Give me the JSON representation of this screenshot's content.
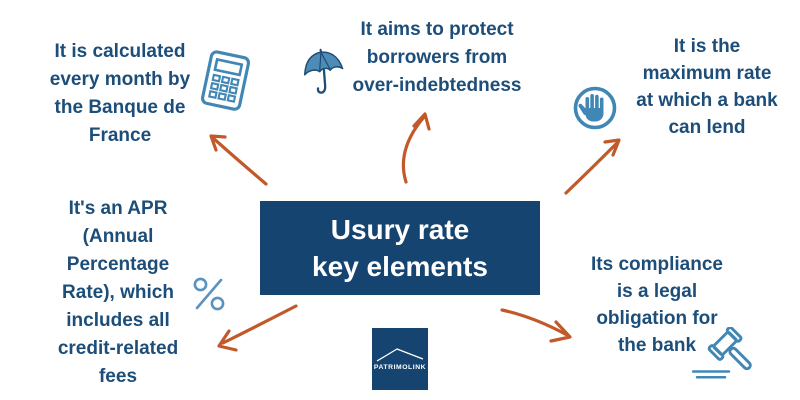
{
  "center": {
    "title": "Usury rate\nkey elements"
  },
  "nodes": {
    "calculated": {
      "text": "It is calculated\nevery month by\nthe Banque de\nFrance",
      "icon": "calculator-icon"
    },
    "protect": {
      "text": "It aims to protect\nborrowers from\nover-indebtedness",
      "icon": "umbrella-icon"
    },
    "maximum": {
      "text": "It is the\nmaximum rate\nat which a bank\ncan lend",
      "icon": "stop-hand-icon"
    },
    "apr": {
      "text": "It's an APR\n(Annual\nPercentage\nRate), which\nincludes all\ncredit-related\nfees",
      "icon": "percent-icon"
    },
    "compliance": {
      "text": "Its compliance\nis a legal\nobligation for\nthe bank",
      "icon": "gavel-icon"
    }
  },
  "logo": {
    "brand": "PATRIMOLINK"
  },
  "colors": {
    "background": "#FFFFFF",
    "navy_box": "#164470",
    "text_blue": "#1D4E79",
    "icon_blue": "#4187B5",
    "icon_light_blue": "#5B93C0",
    "umbrella_fill": "#4E8CB6",
    "arrow_orange": "#C2592A"
  }
}
